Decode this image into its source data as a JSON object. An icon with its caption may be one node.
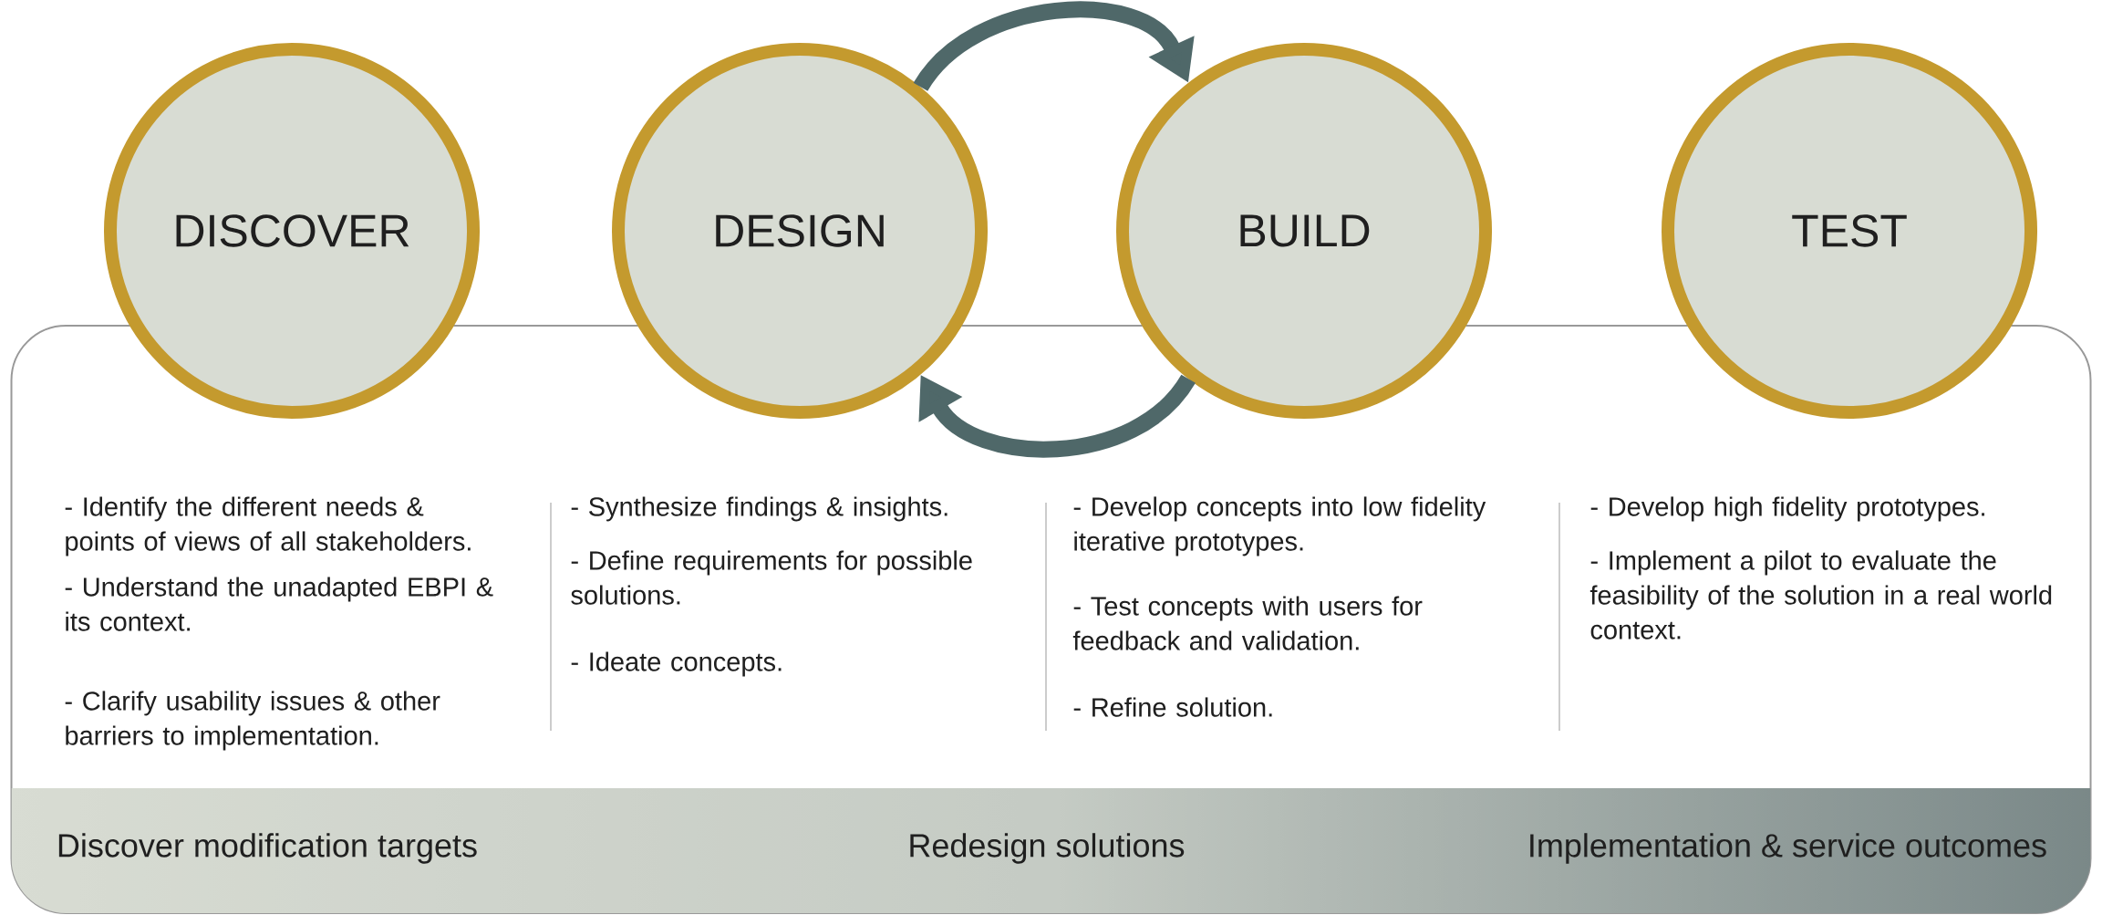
{
  "diagram": {
    "nodes": [
      {
        "text": [
          "DISCOVER"
        ]
      },
      {
        "text": [
          "DESIGN"
        ]
      },
      {
        "text": [
          "BUILD"
        ]
      },
      {
        "text": [
          "TEST"
        ]
      },
      {
        "text": [],
        "shape": "box"
      },
      {
        "text": [
          "Discover modification targets",
          "Redesign solutions",
          "Implementation & service outcomes"
        ],
        "in": 4
      }
    ],
    "edges": [
      {
        "from": 1,
        "to": 2,
        "arrow": "to"
      },
      {
        "from": 2,
        "to": 1,
        "arrow": "to"
      }
    ],
    "labels": [
      "- Identify the different needs & points of views of all stakeholders.",
      "- Understand the unadapted EBPI & its context.",
      "- Clarify usability issues & other barriers to implementation.",
      "- Synthesize findings & insights.",
      "- Define requirements for possible solutions.",
      "- Ideate concepts.",
      "- Develop concepts into low fidelity iterative prototypes.",
      "- Test concepts with users for feedback and validation.",
      "- Refine solution.",
      "- Develop high fidelity prototypes.",
      "- Implement a pilot to evaluate the feasibility of the solution in a real world context."
    ]
  }
}
